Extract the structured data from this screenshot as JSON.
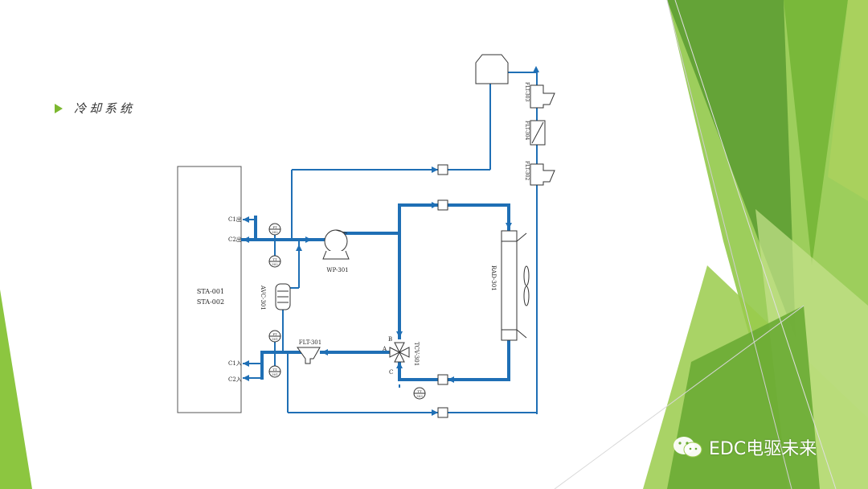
{
  "slide": {
    "title": "冷却系统",
    "watermark": "EDC电驱未来"
  },
  "diagram": {
    "block_label_1": "STA-001",
    "block_label_2": "STA-002",
    "port_c1_out": "C1出",
    "port_c2_out": "C2出",
    "port_c1_in": "C1入",
    "port_c2_in": "C2入",
    "pump": "WP-301",
    "radiator": "RAD-301",
    "filter_main": "FLT-301",
    "filter_top": "FLT-303",
    "filter_mid": "FLT-304",
    "filter_low": "FLT-302",
    "valve": "TCV-301",
    "valve_port_a": "A",
    "valve_port_b": "B",
    "valve_port_c": "C",
    "accumulator": "AVC-301",
    "pt_upper_tag": "PT",
    "pt_upper_num": "302",
    "tt_upper_tag": "TT",
    "tt_upper_num": "302",
    "pt_lower_tag": "PT",
    "pt_lower_num": "301",
    "tt_lower_tag": "TT",
    "tt_lower_num": "301",
    "tt_valve_tag": "TT",
    "tt_valve_num": "303"
  },
  "colors": {
    "pipe": "#1f6fb5",
    "green_light": "#a6d25c",
    "green_mid": "#7cb82f",
    "green_dark": "#4f9a2a"
  }
}
